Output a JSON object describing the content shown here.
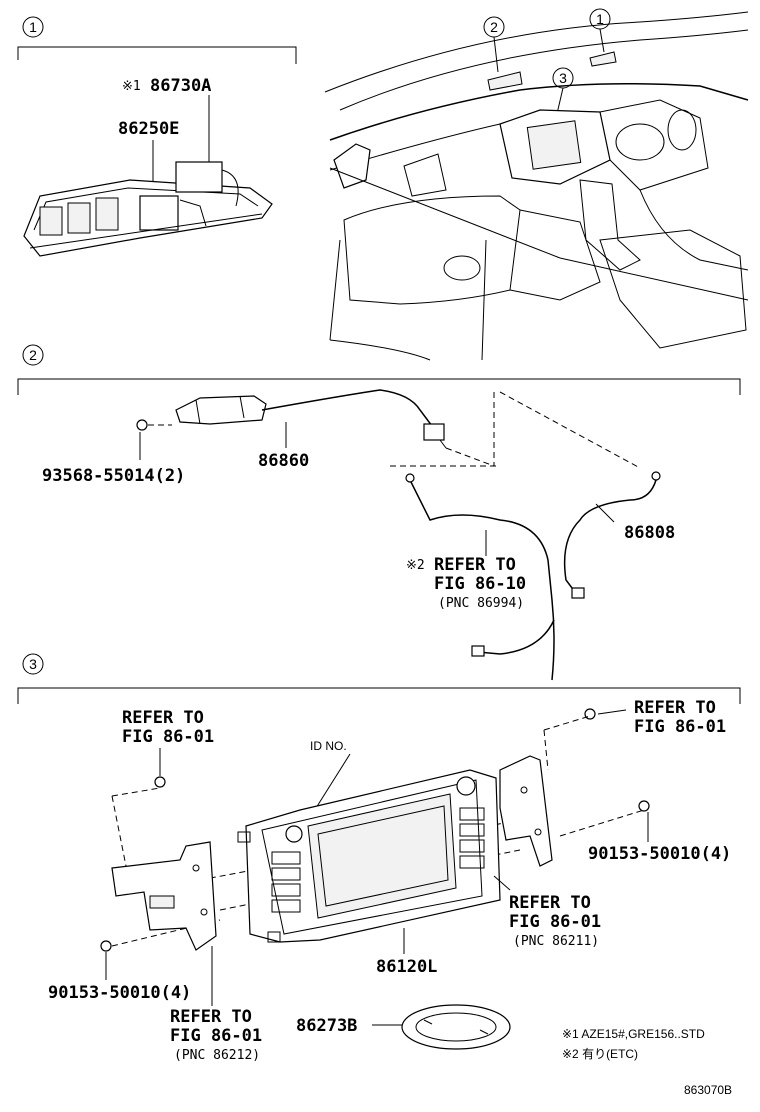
{
  "sections": [
    {
      "id": "1",
      "callout": "1"
    },
    {
      "id": "2",
      "callout": "2"
    },
    {
      "id": "3",
      "callout": "3"
    }
  ],
  "overview_callouts": [
    "2",
    "1",
    "3"
  ],
  "section1": {
    "note_mark": "※1",
    "part_a": "86730A",
    "part_b": "86250E"
  },
  "section2": {
    "bolt": "93568-55014(2)",
    "module": "86860",
    "harness": "86808",
    "refer_mark": "※2",
    "refer_line1": "REFER TO",
    "refer_line2": "FIG 86-10",
    "refer_line3": "(PNC 86994)"
  },
  "section3": {
    "refer_tl_1": "REFER TO",
    "refer_tl_2": "FIG 86-01",
    "refer_tr_1": "REFER TO",
    "refer_tr_2": "FIG 86-01",
    "id_no": "ID NO.",
    "bolt_right": "90153-50010(4)",
    "refer_mr_1": "REFER TO",
    "refer_mr_2": "FIG 86-01",
    "refer_mr_3": "(PNC 86211)",
    "unit": "86120L",
    "bolt_left": "90153-50010(4)",
    "refer_bl_1": "REFER TO",
    "refer_bl_2": "FIG 86-01",
    "refer_bl_3": "(PNC 86212)",
    "ring": "86273B"
  },
  "notes": [
    "※1 AZE15#,GRE156..STD",
    "※2 有り(ETC)"
  ],
  "figure_code": "863070B"
}
